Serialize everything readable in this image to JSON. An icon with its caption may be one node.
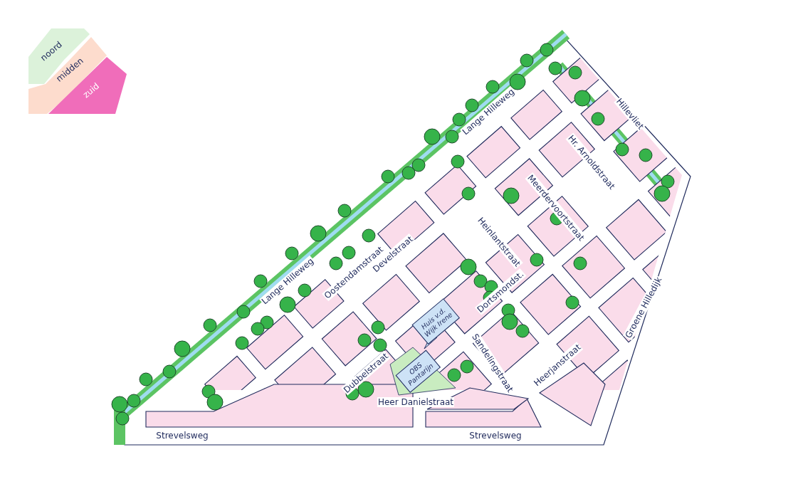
{
  "diagram": {
    "nodes": [
      {
        "text": [
          "OBS Pantarijn"
        ]
      },
      {
        "text": [
          "Huis v.d. Wijk Irene"
        ]
      }
    ],
    "labels": [
      "Lange Hilleweg",
      "Hillevliet",
      "Hr. Arnoldstraat",
      "Meerdervoortstraat",
      "Develstraat",
      "Oostendamstraat",
      "Heinlantstraat",
      "Lange Hilleweg",
      "Dortsmondst.",
      "Groene Hilledijk",
      "Dubbelstraat",
      "Sandelingstraat",
      "Heerjanstraat",
      "Heer Danielstraat",
      "Strevelsweg",
      "Strevelsweg"
    ],
    "legend": [
      {
        "text": "noord",
        "color": "#dcf2da"
      },
      {
        "text": "midden",
        "color": "#fddccd"
      },
      {
        "text": "zuid",
        "color": "#f06dba"
      }
    ]
  }
}
